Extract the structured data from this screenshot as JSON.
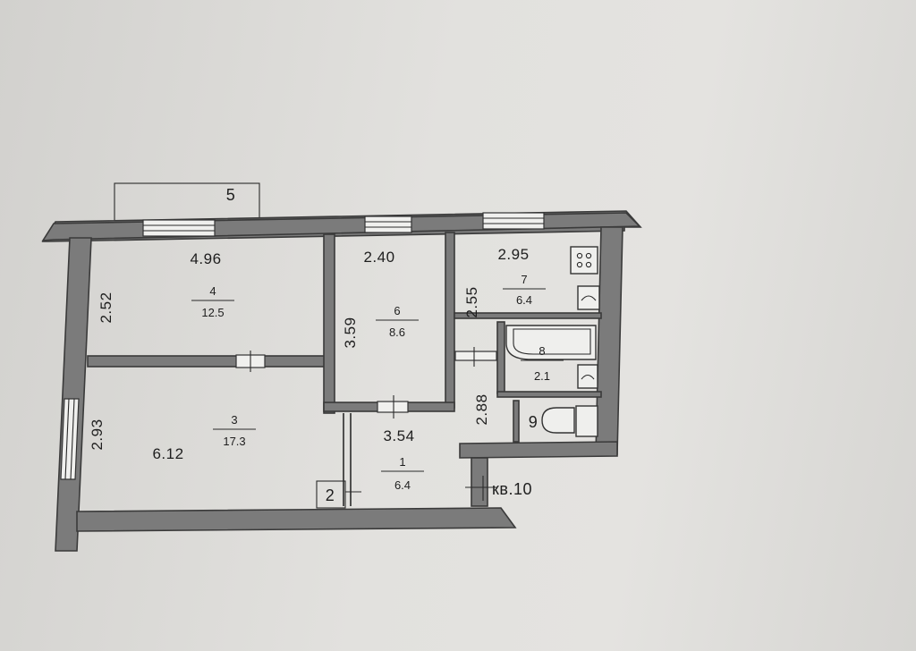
{
  "plan": {
    "balcony_label": "5",
    "apartment_label": "кв.10",
    "hall_label": "2",
    "toilet_label": "9",
    "rooms": [
      {
        "id": "r4",
        "number": "4",
        "area": "12.5"
      },
      {
        "id": "r6",
        "number": "6",
        "area": "8.6"
      },
      {
        "id": "r7",
        "number": "7",
        "area": "6.4"
      },
      {
        "id": "r8",
        "number": "8",
        "area": "2.1"
      },
      {
        "id": "r3",
        "number": "3",
        "area": "17.3"
      },
      {
        "id": "r1",
        "number": "1",
        "area": "6.4"
      }
    ],
    "dimensions": [
      {
        "id": "d496",
        "value": "4.96"
      },
      {
        "id": "d240",
        "value": "2.40"
      },
      {
        "id": "d295",
        "value": "2.95"
      },
      {
        "id": "d252",
        "value": "2.52"
      },
      {
        "id": "d359",
        "value": "3.59"
      },
      {
        "id": "d255",
        "value": "2.55"
      },
      {
        "id": "d288",
        "value": "2.88"
      },
      {
        "id": "d293",
        "value": "2.93"
      },
      {
        "id": "d612",
        "value": "6.12"
      },
      {
        "id": "d354",
        "value": "3.54"
      }
    ]
  }
}
